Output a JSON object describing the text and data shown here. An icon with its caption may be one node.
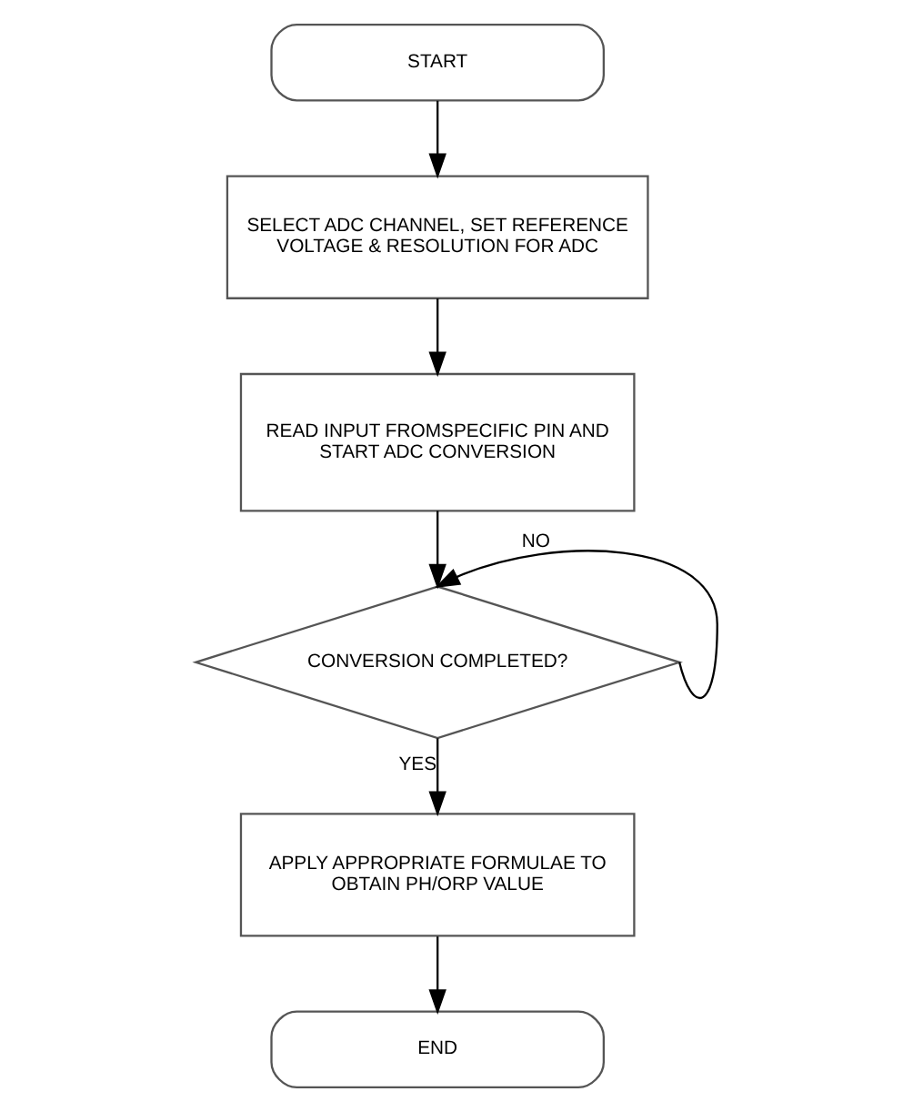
{
  "diagram": {
    "nodes": [
      {
        "text": [
          "START"
        ]
      },
      {
        "text": [
          "SELECT ADC CHANNEL, SET REFERENCE VOLTAGE & RESOLUTION FOR ADC"
        ]
      },
      {
        "text": [
          "READ INPUT FROMSPECIFIC PIN AND START ADC CONVERSION"
        ]
      },
      {
        "text": [
          "CONVERSION COMPLETED?"
        ]
      },
      {
        "text": [
          "APPLY APPROPRIATE FORMULAE TO OBTAIN PH/ORP VALUE"
        ]
      },
      {
        "text": [
          "END"
        ]
      }
    ],
    "edges": [
      {
        "from": 0,
        "to": 1,
        "arrow": "to"
      },
      {
        "from": 1,
        "to": 2,
        "arrow": "to"
      },
      {
        "from": 2,
        "to": 3,
        "arrow": "to"
      },
      {
        "from": 3,
        "to": 3,
        "arrow": "to",
        "label": "NO"
      },
      {
        "from": 3,
        "to": 4,
        "arrow": "to",
        "label": "YES"
      },
      {
        "from": 4,
        "to": 5,
        "arrow": "to"
      }
    ]
  }
}
